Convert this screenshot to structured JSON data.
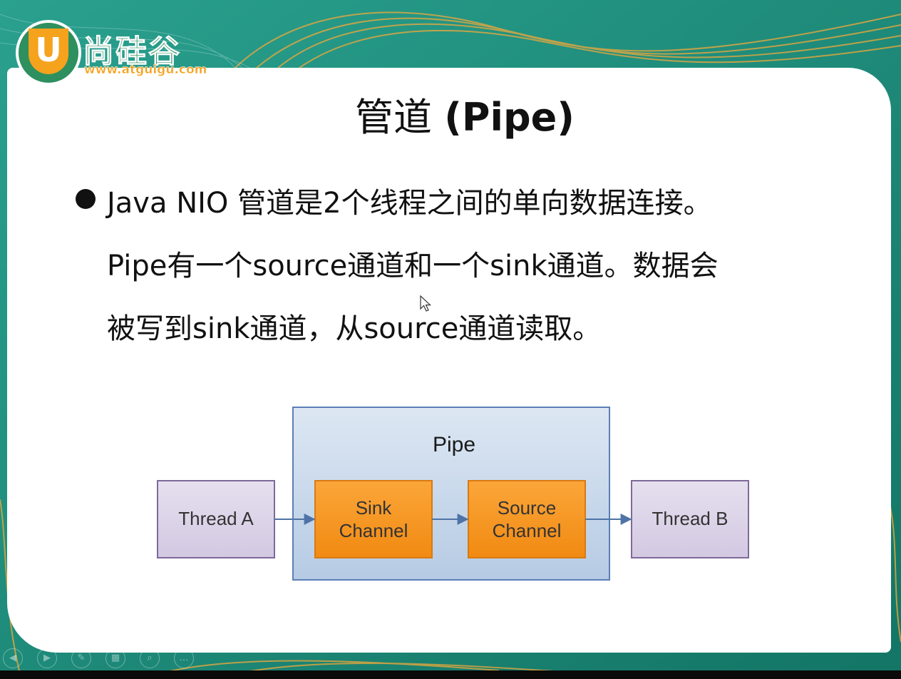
{
  "logo": {
    "name": "尚硅谷",
    "badge_letter": "U",
    "url": "www.atguigu.com"
  },
  "slide": {
    "title_cjk": "管道",
    "title_latin": "(Pipe)",
    "body_lines": [
      "Java NIO 管道是2个线程之间的单向数据连接。",
      "Pipe有一个source通道和一个sink通道。数据会",
      "被写到sink通道，从source通道读取。"
    ]
  },
  "diagram": {
    "pipe_label": "Pipe",
    "thread_a": "Thread A",
    "sink_line1": "Sink",
    "sink_line2": "Channel",
    "source_line1": "Source",
    "source_line2": "Channel",
    "thread_b": "Thread B"
  },
  "player": {
    "buttons": [
      "prev-icon",
      "next-icon",
      "pen-icon",
      "slides-icon",
      "zoom-icon",
      "more-icon"
    ]
  },
  "colors": {
    "background_teal": "#1f8f80",
    "accent_orange": "#f5a21d",
    "logo_green": "#2e8f5f",
    "thread_box_fill": "#ddd3e8",
    "thread_box_stroke": "#7d6a9a",
    "pipe_fill": "#c9d9ec",
    "pipe_stroke": "#5b7fb5",
    "channel_fill": "#f5921f",
    "arrow": "#4f73a6"
  }
}
